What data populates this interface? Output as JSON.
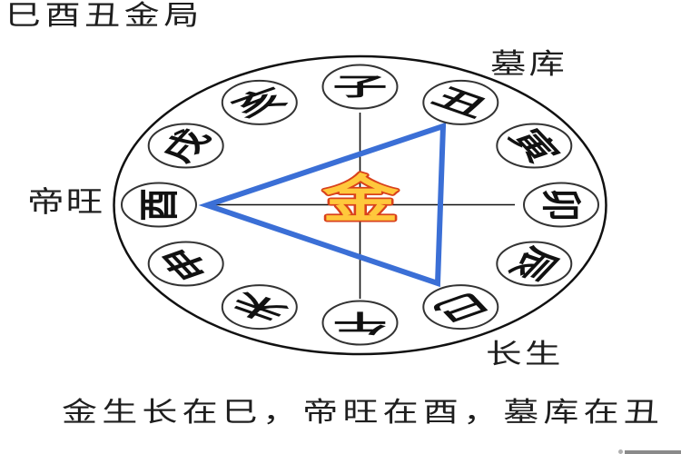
{
  "title": "巳酉丑金局",
  "labels": {
    "muku": "墓库",
    "diwang": "帝旺",
    "changsheng": "长生"
  },
  "center": {
    "element": "金",
    "fill": "#ffc83c",
    "stroke": "#d9411b"
  },
  "branches": [
    {
      "char": "子",
      "angle": 0
    },
    {
      "char": "丑",
      "angle": 30
    },
    {
      "char": "寅",
      "angle": 60
    },
    {
      "char": "卯",
      "angle": 90
    },
    {
      "char": "辰",
      "angle": 120
    },
    {
      "char": "巳",
      "angle": 150
    },
    {
      "char": "午",
      "angle": 180
    },
    {
      "char": "未",
      "angle": 210
    },
    {
      "char": "申",
      "angle": 240
    },
    {
      "char": "酉",
      "angle": 270
    },
    {
      "char": "戌",
      "angle": 300
    },
    {
      "char": "亥",
      "angle": 330
    }
  ],
  "triangle": {
    "color": "#3b6fd6",
    "vertices": [
      "酉",
      "丑",
      "巳"
    ]
  },
  "colors": {
    "outline": "#111111",
    "circle_stroke": "#333333",
    "text": "#1e1e1e"
  },
  "caption": "金生长在巳，帝旺在酉，墓库在丑"
}
